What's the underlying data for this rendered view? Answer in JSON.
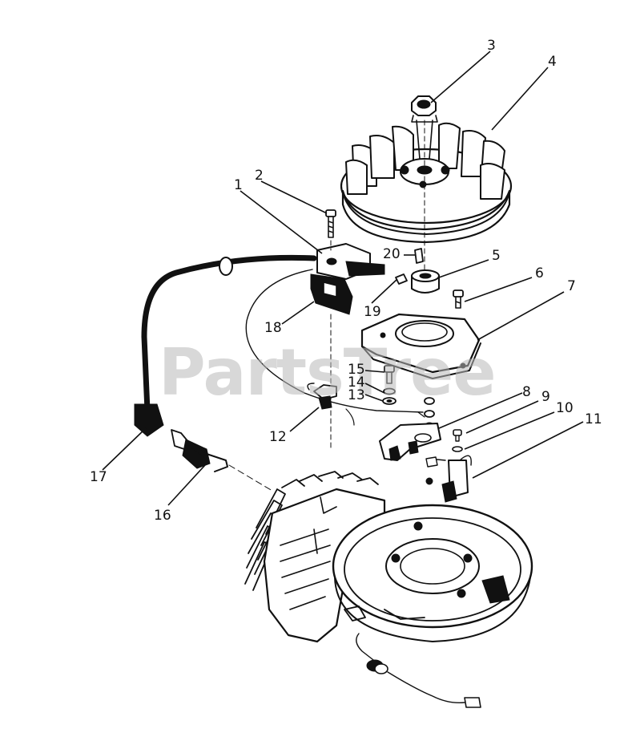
{
  "watermark": "PartsTree",
  "callouts": [
    {
      "id": "1",
      "label": "1"
    },
    {
      "id": "2",
      "label": "2"
    },
    {
      "id": "3",
      "label": "3"
    },
    {
      "id": "4",
      "label": "4"
    },
    {
      "id": "5",
      "label": "5"
    },
    {
      "id": "6",
      "label": "6"
    },
    {
      "id": "7",
      "label": "7"
    },
    {
      "id": "8",
      "label": "8"
    },
    {
      "id": "9",
      "label": "9"
    },
    {
      "id": "10",
      "label": "10"
    },
    {
      "id": "11",
      "label": "11"
    },
    {
      "id": "12",
      "label": "12"
    },
    {
      "id": "13",
      "label": "13"
    },
    {
      "id": "14",
      "label": "14"
    },
    {
      "id": "15",
      "label": "15"
    },
    {
      "id": "16",
      "label": "16"
    },
    {
      "id": "17",
      "label": "17"
    },
    {
      "id": "18",
      "label": "18"
    },
    {
      "id": "19",
      "label": "19"
    },
    {
      "id": "20",
      "label": "20"
    }
  ]
}
